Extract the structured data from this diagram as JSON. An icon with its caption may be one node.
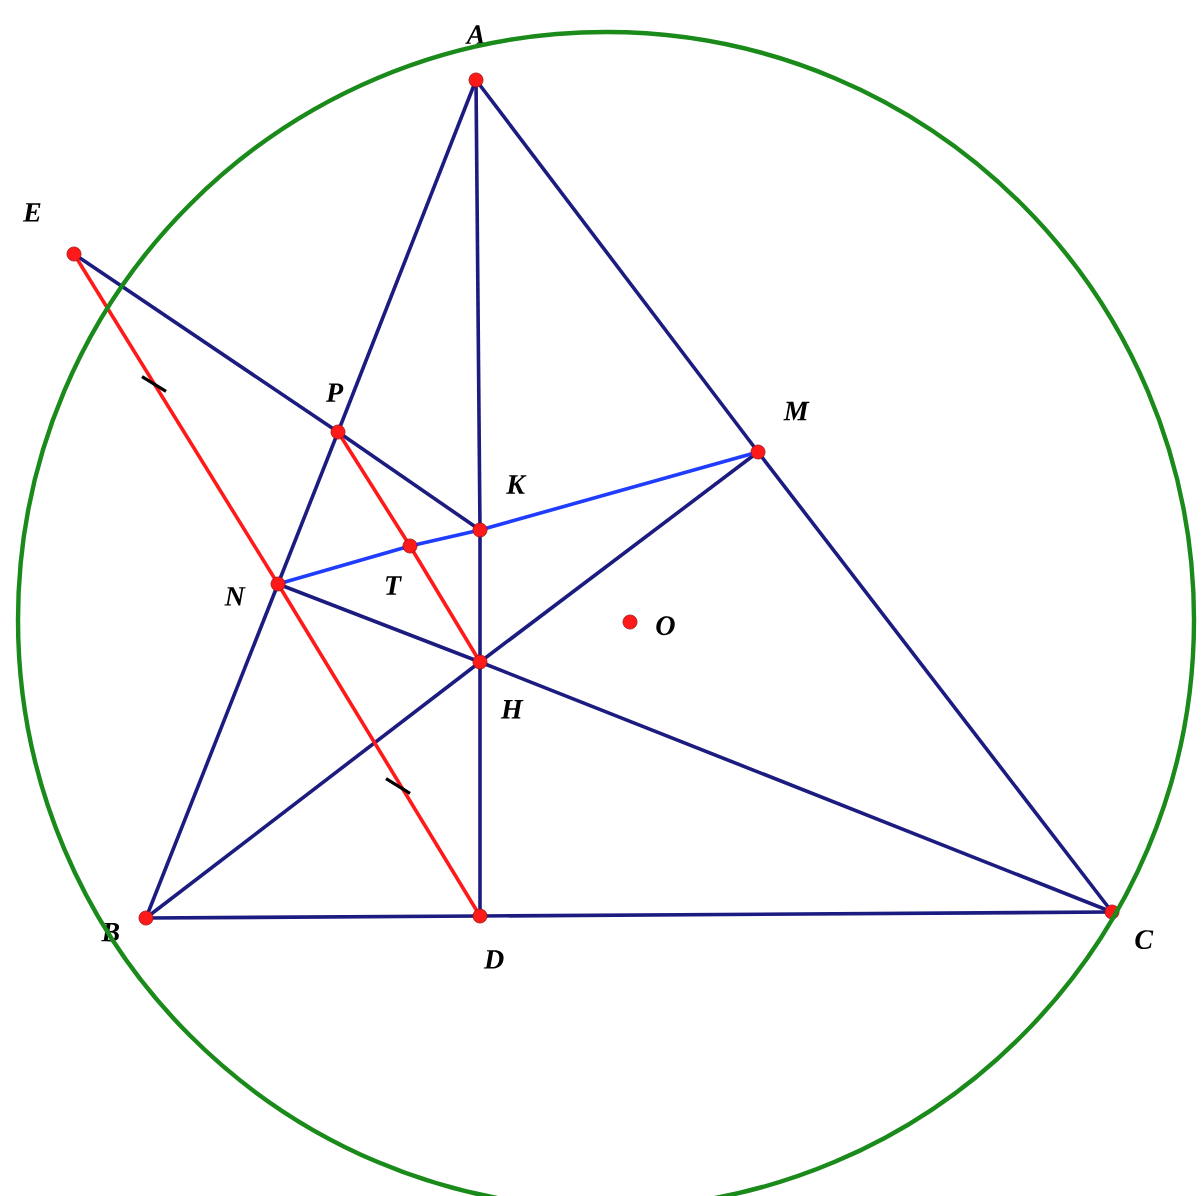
{
  "diagram": {
    "nodes": [
      {
        "text": [
          "A"
        ]
      },
      {
        "text": [
          "B"
        ]
      },
      {
        "text": [
          "C"
        ]
      },
      {
        "text": [
          "D"
        ]
      },
      {
        "text": [
          "E"
        ]
      },
      {
        "text": [
          "P"
        ]
      },
      {
        "text": [
          "K"
        ]
      },
      {
        "text": [
          "M"
        ]
      },
      {
        "text": [
          "N"
        ]
      },
      {
        "text": [
          "T"
        ]
      },
      {
        "text": [
          "H"
        ]
      },
      {
        "text": [
          "O"
        ]
      }
    ],
    "edges": [
      {
        "from": 0,
        "to": 5,
        "arrow": "none"
      },
      {
        "from": 5,
        "to": 8,
        "arrow": "none"
      },
      {
        "from": 8,
        "to": 1,
        "arrow": "none"
      },
      {
        "from": 0,
        "to": 7,
        "arrow": "none"
      },
      {
        "from": 7,
        "to": 2,
        "arrow": "none"
      },
      {
        "from": 0,
        "to": 6,
        "arrow": "none"
      },
      {
        "from": 6,
        "to": 10,
        "arrow": "none"
      },
      {
        "from": 10,
        "to": 3,
        "arrow": "none"
      },
      {
        "from": 1,
        "to": 3,
        "arrow": "none"
      },
      {
        "from": 3,
        "to": 2,
        "arrow": "none"
      },
      {
        "from": 4,
        "to": 5,
        "arrow": "none"
      },
      {
        "from": 5,
        "to": 6,
        "arrow": "none"
      },
      {
        "from": 1,
        "to": 10,
        "arrow": "none"
      },
      {
        "from": 10,
        "to": 7,
        "arrow": "none"
      },
      {
        "from": 8,
        "to": 10,
        "arrow": "none"
      },
      {
        "from": 10,
        "to": 2,
        "arrow": "none"
      },
      {
        "from": 4,
        "to": 8,
        "arrow": "none",
        "color": "#ff1a1a"
      },
      {
        "from": 8,
        "to": 3,
        "arrow": "none",
        "color": "#ff1a1a"
      },
      {
        "from": 5,
        "to": 9,
        "arrow": "none",
        "color": "#ff1a1a"
      },
      {
        "from": 9,
        "to": 10,
        "arrow": "none",
        "color": "#ff1a1a"
      },
      {
        "from": 8,
        "to": 9,
        "arrow": "none",
        "color": "#1f3cff"
      },
      {
        "from": 9,
        "to": 6,
        "arrow": "none",
        "color": "#1f3cff"
      },
      {
        "from": 6,
        "to": 7,
        "arrow": "none",
        "color": "#1f3cff"
      }
    ]
  }
}
